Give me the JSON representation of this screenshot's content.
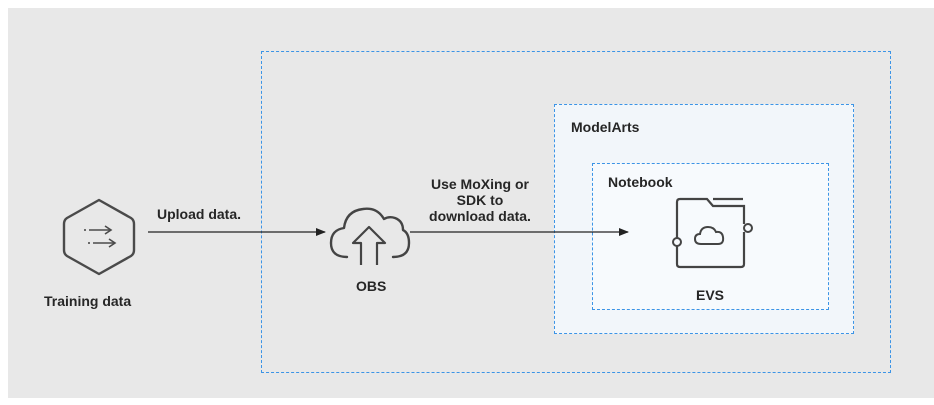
{
  "diagram": {
    "nodes": {
      "training_data": {
        "label": "Training data",
        "icon": "arrows-hexagon-icon"
      },
      "obs": {
        "label": "OBS",
        "icon": "cloud-upload-icon"
      },
      "modelarts": {
        "label": "ModelArts"
      },
      "notebook": {
        "label": "Notebook"
      },
      "evs": {
        "label": "EVS",
        "icon": "folder-cloud-icon"
      }
    },
    "edges": [
      {
        "from": "training_data",
        "to": "obs",
        "label": "Upload data."
      },
      {
        "from": "obs",
        "to": "evs",
        "label_lines": [
          "Use MoXing or",
          "SDK to",
          "download data."
        ]
      }
    ]
  },
  "colors": {
    "background": "#e8e8e8",
    "dashed_border": "#3c94e6",
    "modelarts_fill": "#f2f6fa",
    "icon_stroke": "#444444",
    "text": "#262626"
  }
}
